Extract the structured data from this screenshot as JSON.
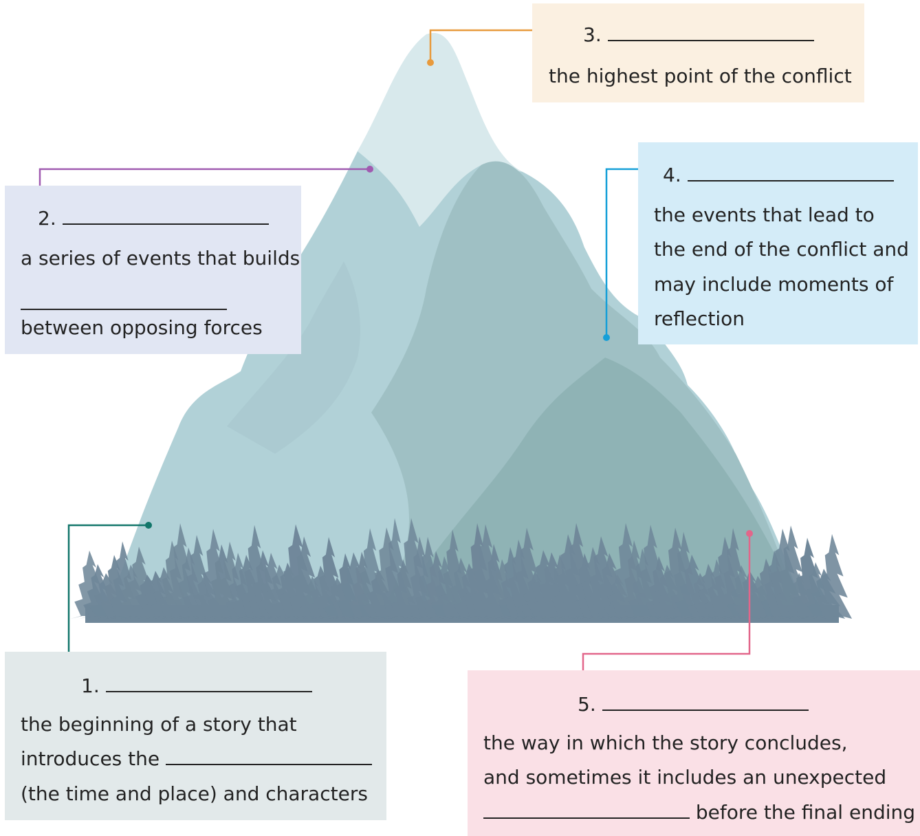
{
  "labels": {
    "item1": {
      "number": "1.",
      "line1": "the beginning of a story that",
      "line2": "introduces the",
      "line3": "(the time and place) and characters"
    },
    "item2": {
      "number": "2.",
      "line1": "a series of events that builds",
      "line3": "between opposing forces"
    },
    "item3": {
      "number": "3.",
      "line1": "the highest point of the conflict"
    },
    "item4": {
      "number": "4.",
      "line1": "the events that lead to",
      "line2": "the end of the conflict and",
      "line3": "may include moments of",
      "line4": "reflection"
    },
    "item5": {
      "number": "5.",
      "line1": "the way in which the story concludes,",
      "line2": "and sometimes it includes an unexpected",
      "line3": "before the final ending"
    }
  },
  "colors": {
    "exposition": "#12766a",
    "rising_action": "#a05ab0",
    "climax": "#e89a3c",
    "falling_action": "#159fd8",
    "resolution": "#e2668a",
    "mountain_light": "#b1d1d7",
    "mountain_dark": "#8fb3b5",
    "trees": "#6f8799"
  },
  "icons": {
    "mountain": "mountain-illustration",
    "trees": "pine-tree-row"
  }
}
